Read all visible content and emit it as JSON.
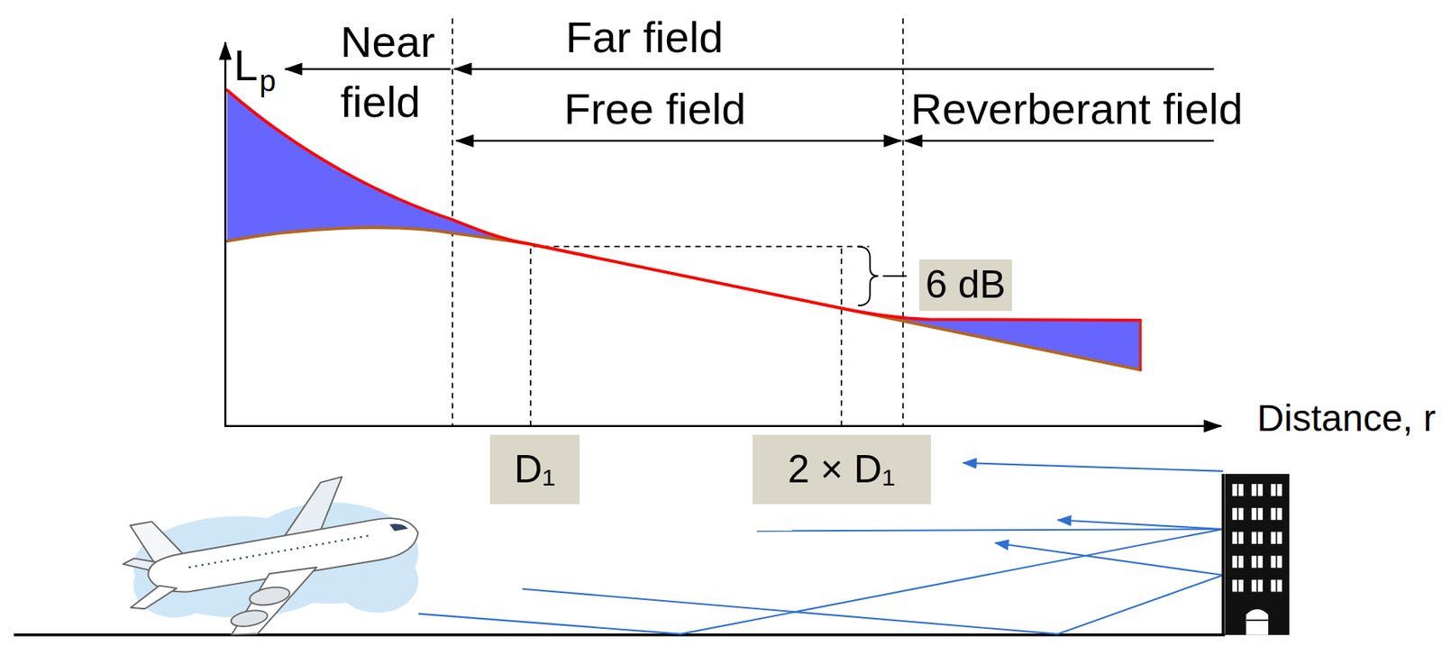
{
  "diagram": {
    "nodes": [
      {
        "text": [
          "6 dB"
        ]
      },
      {
        "text": [
          "D₁"
        ]
      },
      {
        "text": [
          "2 × D₁"
        ]
      }
    ],
    "labels": [
      "L",
      "p",
      "Near field",
      "Far field",
      "Free field",
      "Reverberant field",
      "Distance, r"
    ]
  }
}
